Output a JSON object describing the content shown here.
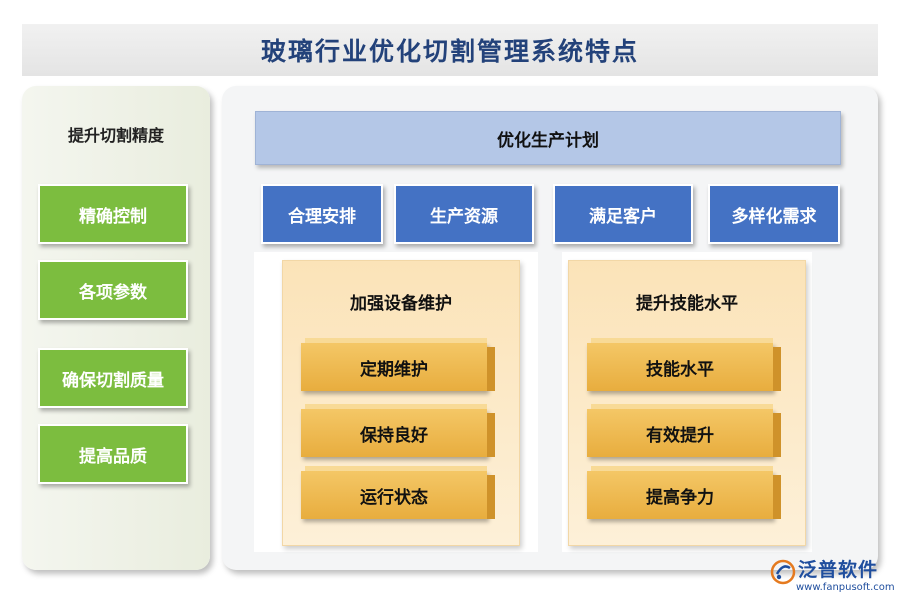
{
  "title": "玻璃行业优化切割管理系统特点",
  "left": {
    "heading": "提升切割精度",
    "items": [
      "精确控制",
      "各项参数",
      "确保切割质量",
      "提高品质"
    ]
  },
  "right": {
    "plan": "优化生产计划",
    "blue_items": [
      "合理安排",
      "生产资源",
      "满足客户",
      "多样化需求"
    ],
    "sections": [
      {
        "title": "加强设备维护",
        "items": [
          "定期维护",
          "保持良好",
          "运行状态"
        ]
      },
      {
        "title": "提升技能水平",
        "items": [
          "技能水平",
          "有效提升",
          "提高争力"
        ]
      }
    ]
  },
  "logo": {
    "name": "泛普软件",
    "url": "www.fanpusoft.com"
  },
  "colors": {
    "title_text": "#23427a",
    "green": "#7cbd3f",
    "blue": "#4472c4",
    "light_blue": "#b4c7e7",
    "gold": "#f0bd55"
  }
}
